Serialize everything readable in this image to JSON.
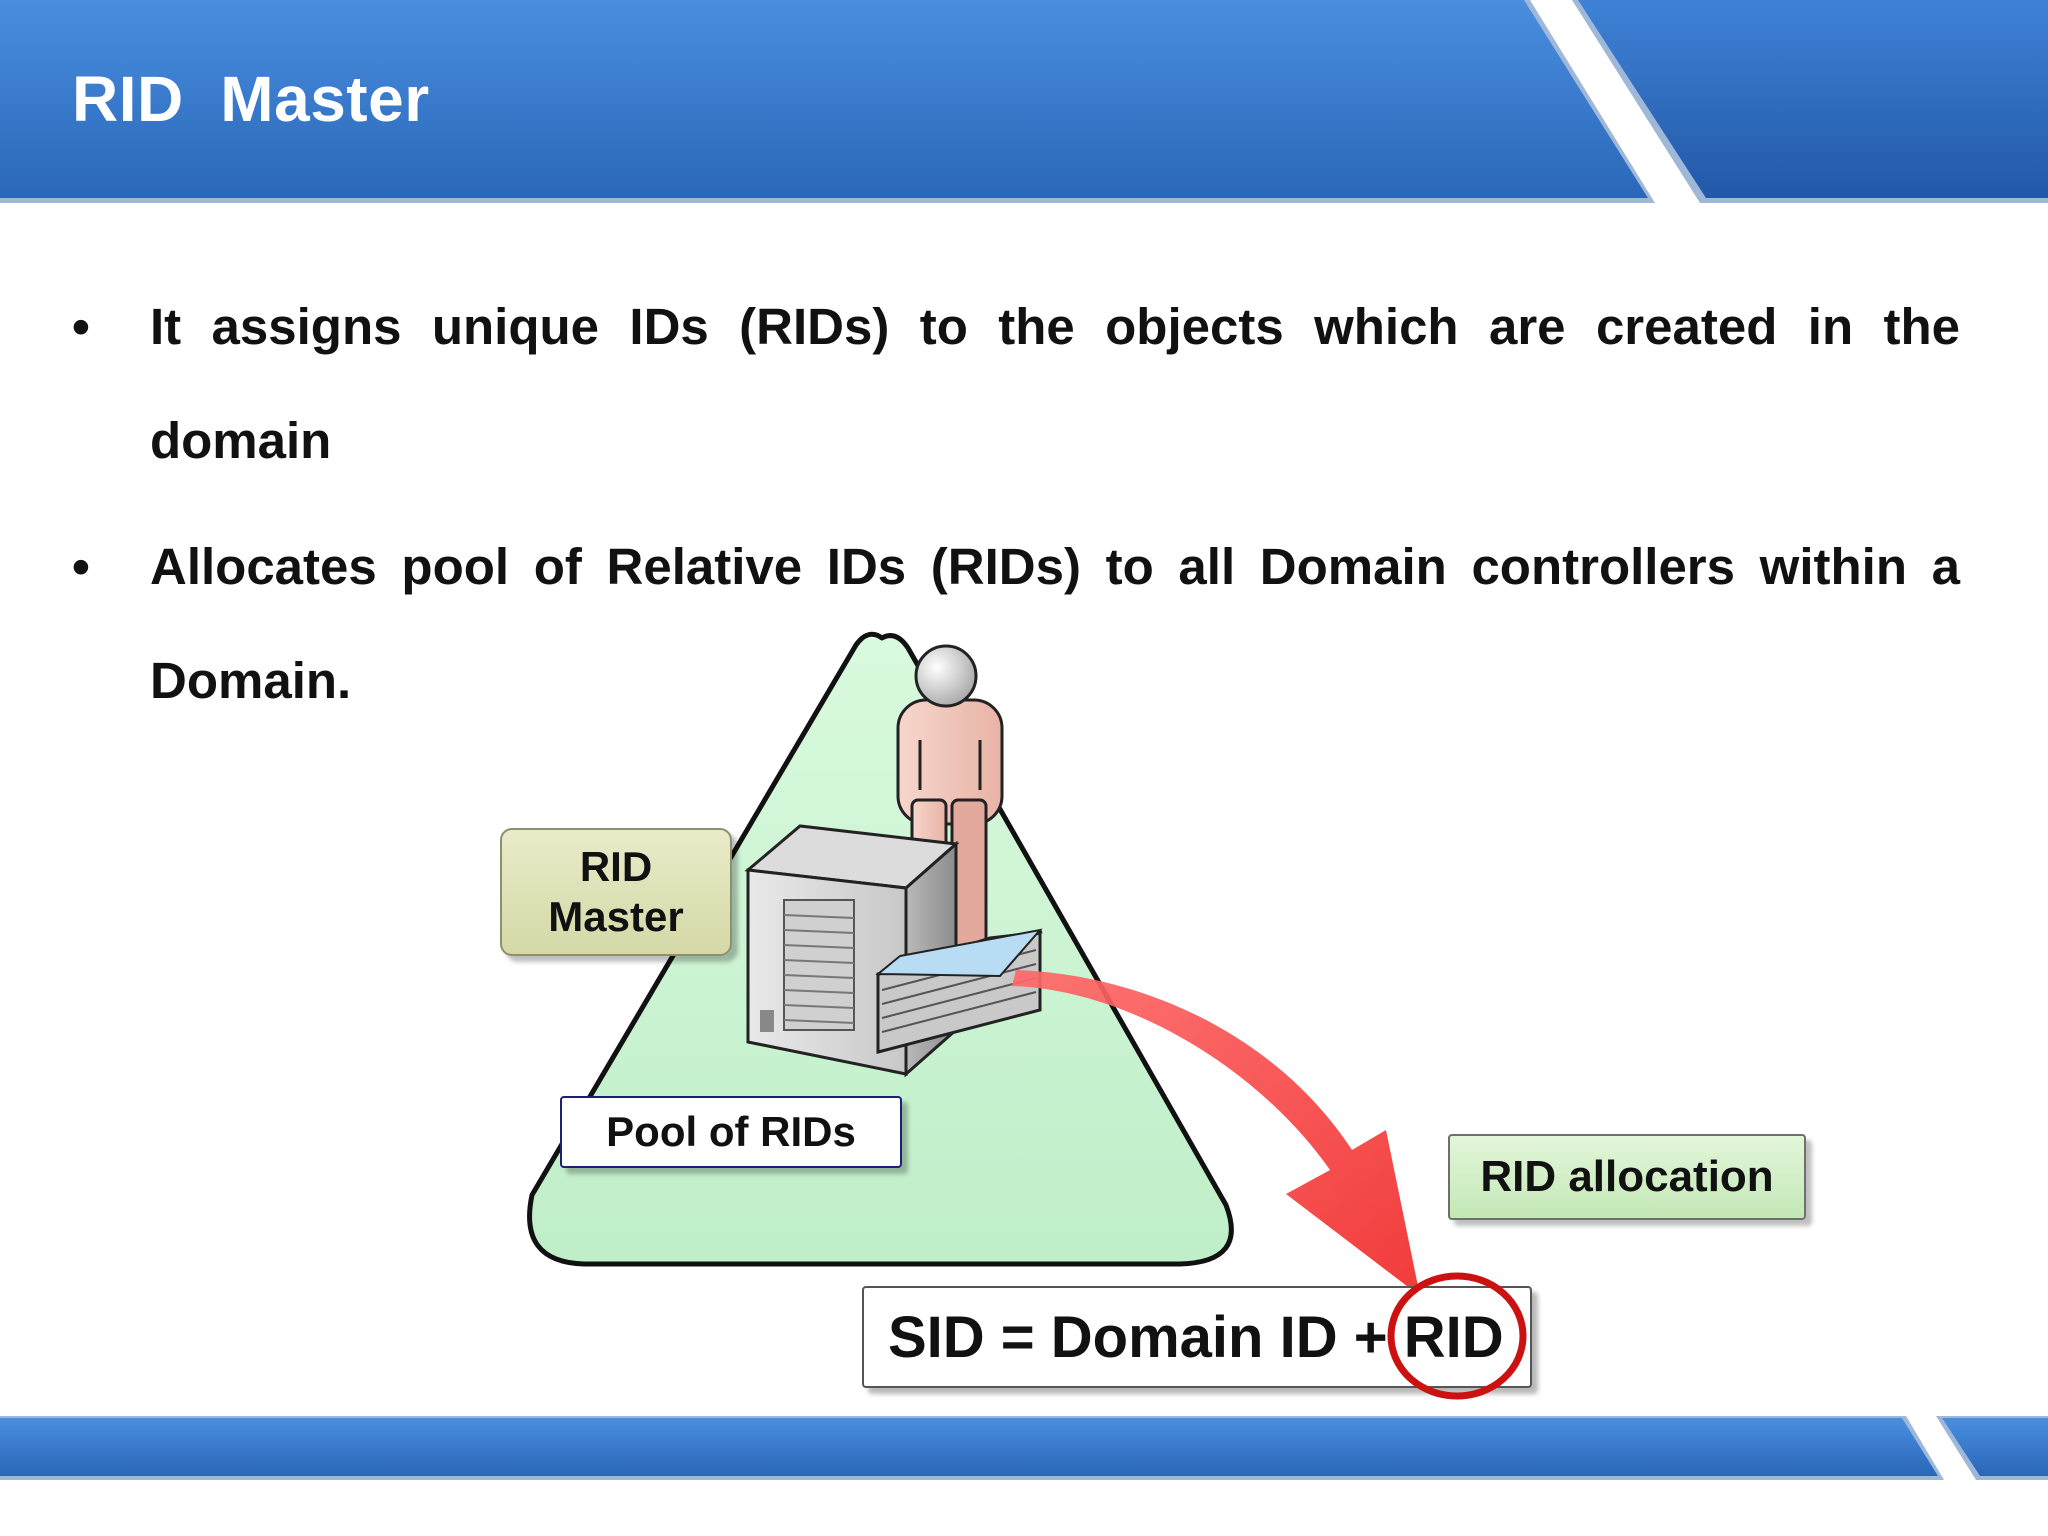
{
  "slide": {
    "title": "RID  Master",
    "bullets": [
      "It assigns unique IDs (RIDs) to the objects which are created in the domain",
      "Allocates pool of Relative IDs (RIDs) to all Domain controllers within a Domain."
    ],
    "bullet_symbol": "•"
  },
  "diagram": {
    "rid_master_label_line1": "RID",
    "rid_master_label_line2": "Master",
    "pool_label": "Pool of RIDs",
    "allocation_label": "RID allocation",
    "formula_prefix": "SID = Domain ID + ",
    "formula_highlight": "RID",
    "icons": [
      "user-icon",
      "server-icon",
      "file-stack-icon",
      "curved-arrow-icon",
      "highlight-circle-icon"
    ]
  },
  "colors": {
    "banner_blue": "#3a7fd0",
    "banner_dark": "#2460b0",
    "triangle_fill": "#c8f5d0",
    "arrow_red": "#f23a3a",
    "circle_red": "#cc1111"
  }
}
